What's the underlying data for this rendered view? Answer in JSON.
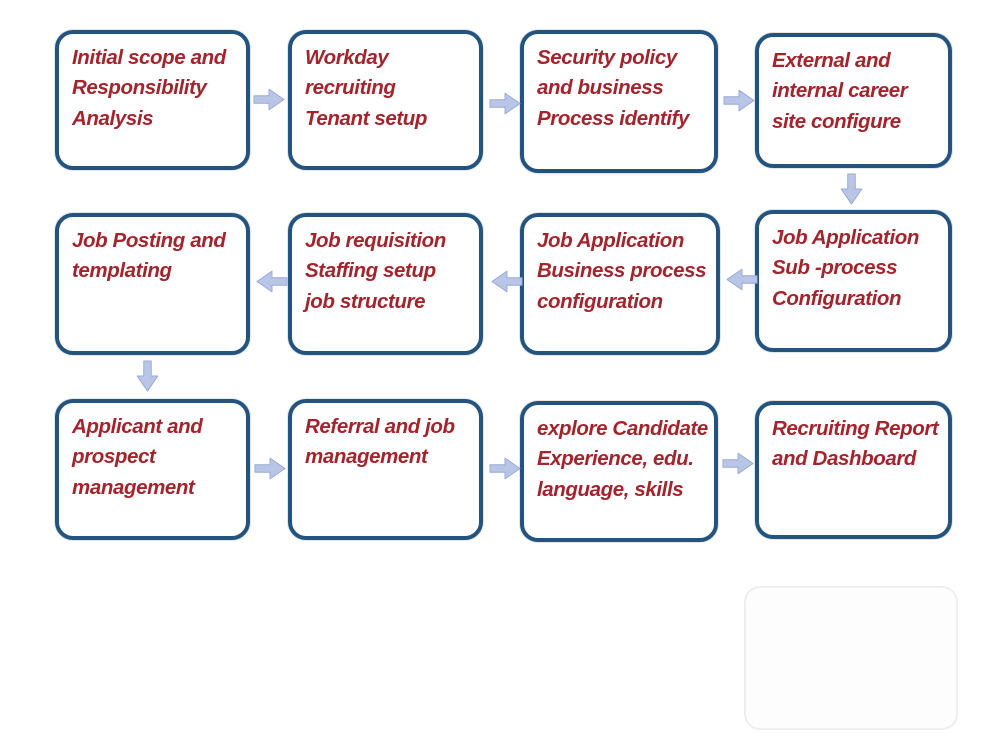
{
  "diagram_type": "flowchart",
  "colors": {
    "box_border": "#24547e",
    "text": "#a3242c",
    "arrow_fill": "#b9c5e6",
    "arrow_stroke": "#96a9d6",
    "background": "#ffffff"
  },
  "boxes": [
    {
      "id": 1,
      "row": 1,
      "col": 1,
      "text": "Initial scope and\nResponsibility\nAnalysis"
    },
    {
      "id": 2,
      "row": 1,
      "col": 2,
      "text": "Workday recruiting\nTenant setup"
    },
    {
      "id": 3,
      "row": 1,
      "col": 3,
      "text": "Security policy\nand business\nProcess identify"
    },
    {
      "id": 4,
      "row": 1,
      "col": 4,
      "text": "External and\ninternal career\nsite configure"
    },
    {
      "id": 5,
      "row": 2,
      "col": 1,
      "text": "Job Posting and\ntemplating"
    },
    {
      "id": 6,
      "row": 2,
      "col": 2,
      "text": "Job requisition\nStaffing setup\njob structure"
    },
    {
      "id": 7,
      "row": 2,
      "col": 3,
      "text": "Job Application\nBusiness process\nconfiguration"
    },
    {
      "id": 8,
      "row": 2,
      "col": 4,
      "text": "Job Application\nSub -process\nConfiguration"
    },
    {
      "id": 9,
      "row": 3,
      "col": 1,
      "text": "Applicant and\nprospect\nmanagement"
    },
    {
      "id": 10,
      "row": 3,
      "col": 2,
      "text": "Referral and job\nmanagement"
    },
    {
      "id": 11,
      "row": 3,
      "col": 3,
      "text": "explore Candidate\nExperience, edu.\nlanguage, skills"
    },
    {
      "id": 12,
      "row": 3,
      "col": 4,
      "text": "Recruiting Report\nand Dashboard"
    }
  ],
  "arrows": [
    {
      "from": 1,
      "to": 2,
      "direction": "right"
    },
    {
      "from": 2,
      "to": 3,
      "direction": "right"
    },
    {
      "from": 3,
      "to": 4,
      "direction": "right"
    },
    {
      "from": 4,
      "to": 8,
      "direction": "down"
    },
    {
      "from": 8,
      "to": 7,
      "direction": "left"
    },
    {
      "from": 7,
      "to": 6,
      "direction": "left"
    },
    {
      "from": 6,
      "to": 5,
      "direction": "left"
    },
    {
      "from": 5,
      "to": 9,
      "direction": "down"
    },
    {
      "from": 9,
      "to": 10,
      "direction": "right"
    },
    {
      "from": 10,
      "to": 11,
      "direction": "right"
    },
    {
      "from": 11,
      "to": 12,
      "direction": "right"
    }
  ]
}
